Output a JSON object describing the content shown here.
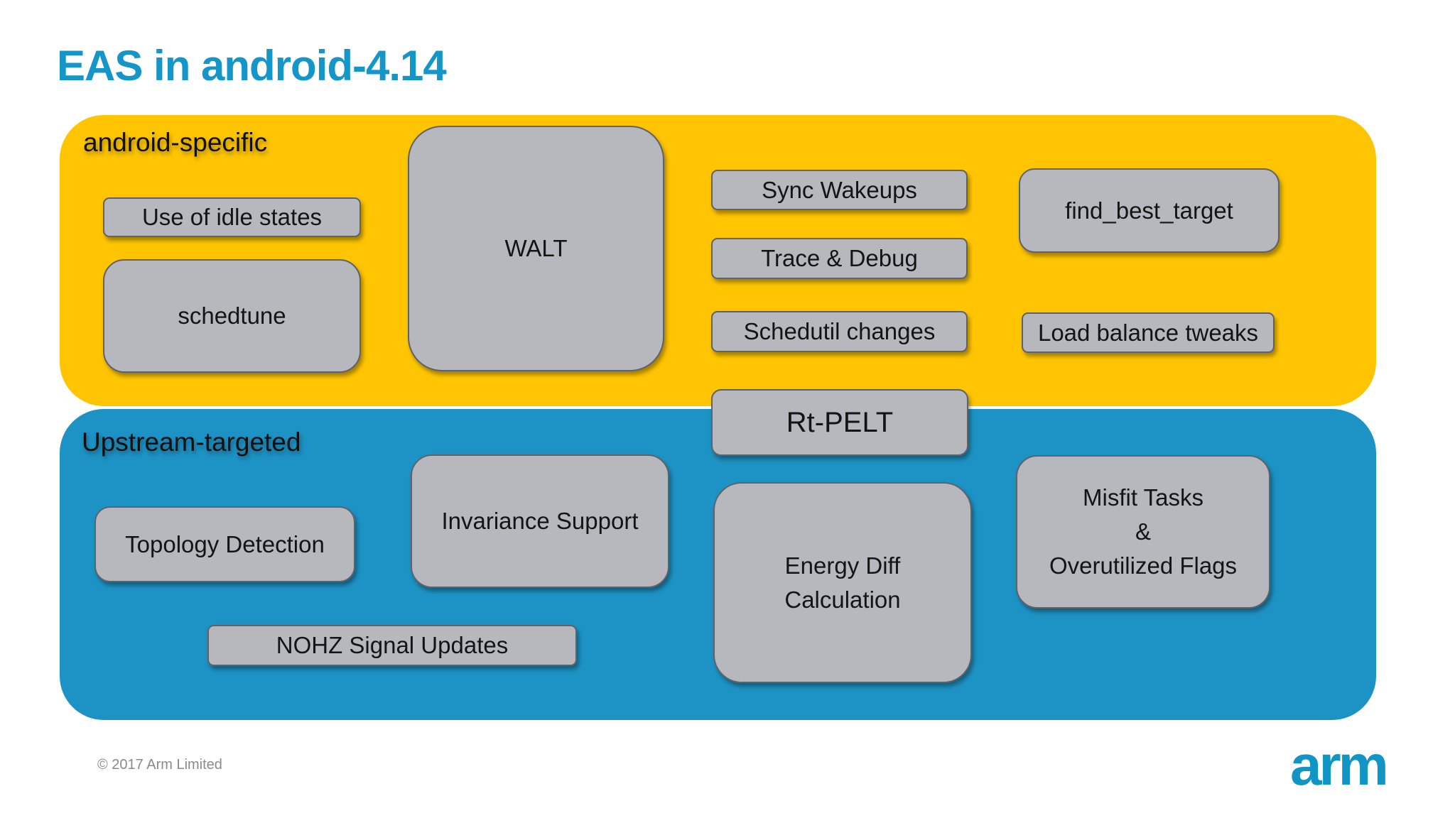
{
  "slide": {
    "title": "EAS in android-4.14",
    "sections": {
      "android": {
        "label": "android-specific"
      },
      "upstream": {
        "label": "Upstream-targeted"
      }
    },
    "boxes": {
      "idle": "Use of idle states",
      "schedtune": "schedtune",
      "walt": "WALT",
      "sync": "Sync Wakeups",
      "trace": "Trace & Debug",
      "schedutil": "Schedutil changes",
      "find_best_target": "find_best_target",
      "load_balance": "Load balance tweaks",
      "rt_pelt": "Rt-PELT",
      "topology": "Topology Detection",
      "invariance": "Invariance Support",
      "nohz": "NOHZ Signal Updates",
      "energy": "Energy Diff\nCalculation",
      "misfit": "Misfit Tasks\n&\nOverutilized Flags"
    },
    "footer": {
      "copyright": "© 2017 Arm Limited",
      "logo_text": "arm"
    },
    "colors": {
      "title_blue": "#1496C8",
      "panel_yellow": "#FFC502",
      "panel_blue": "#1D93C5",
      "box_fill": "#B6B8BE",
      "box_border": "#606269",
      "box_text": "#141414",
      "logo_blue": "#1095C5",
      "copyright_gray": "#8A8A8A"
    }
  }
}
